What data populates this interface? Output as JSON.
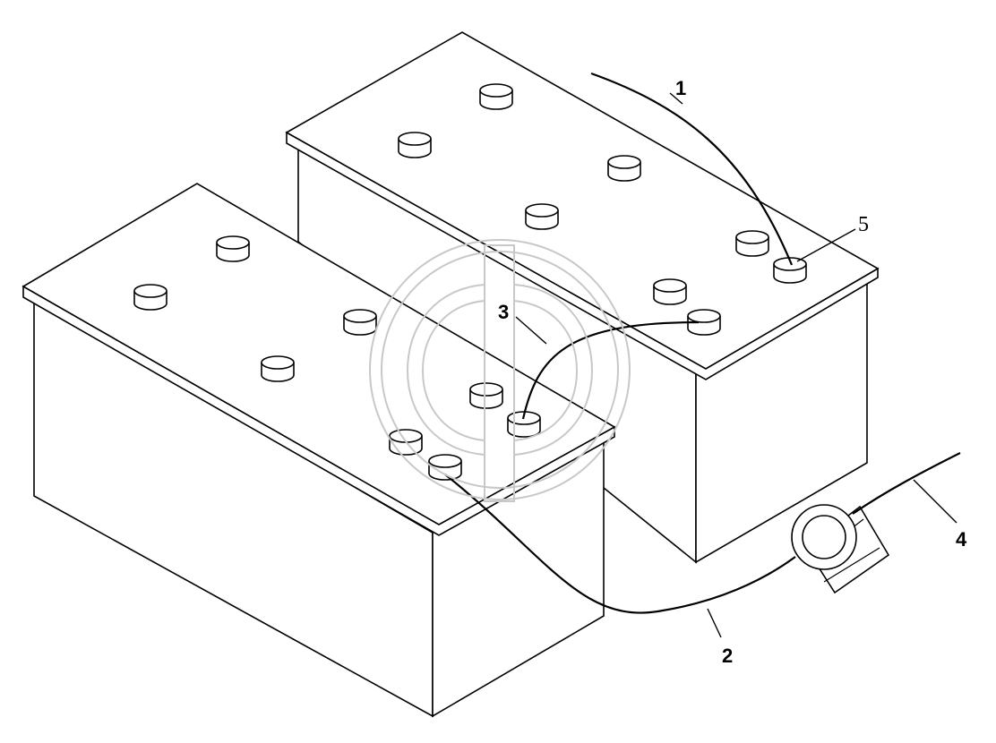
{
  "callouts": [
    {
      "id": "1",
      "text": "1"
    },
    {
      "id": "2",
      "text": "2"
    },
    {
      "id": "3",
      "text": "3"
    },
    {
      "id": "4",
      "text": "4"
    },
    {
      "id": "5",
      "text": "5"
    }
  ],
  "colors": {
    "line": "#000000",
    "fill": "#ffffff",
    "watermark": "#c8c8c8"
  },
  "icons": {
    "watermark": "logo-watermark-icon",
    "terminal": "battery-terminal-icon",
    "clamp": "ground-clamp-icon"
  }
}
